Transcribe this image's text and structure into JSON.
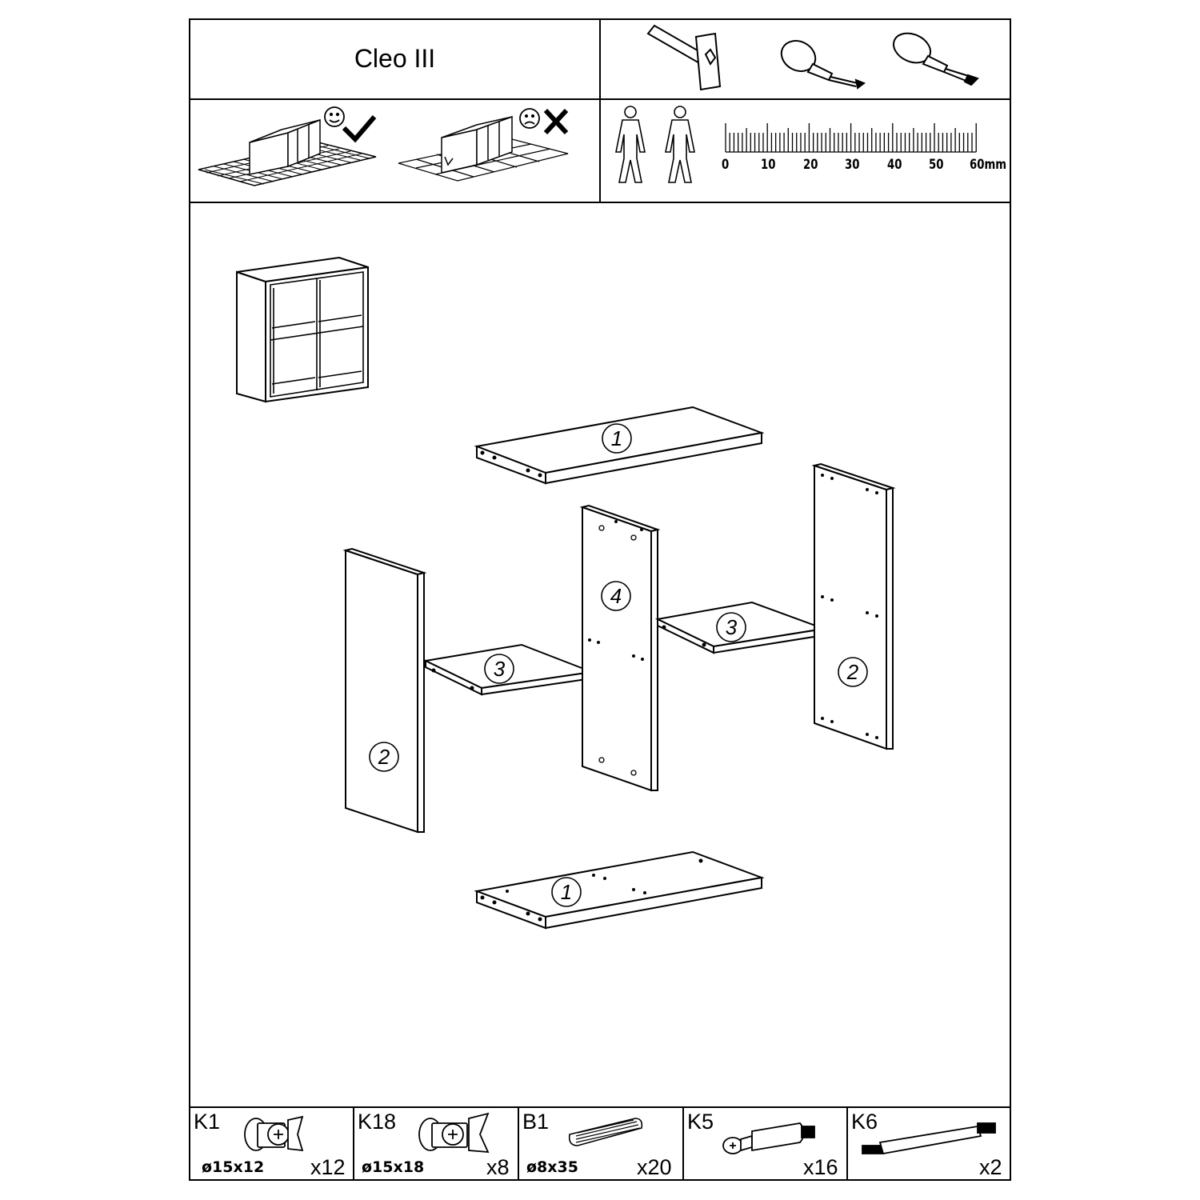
{
  "header": {
    "title": "Cleo III",
    "tool_icons": [
      "hammer-icon",
      "phillips-screwdriver-icon",
      "flat-screwdriver-icon"
    ]
  },
  "instructions": {
    "good_surface_icon": "smiley-icon",
    "bad_surface_icon": "frown-icon",
    "people_count_icons": [
      "person-icon",
      "person-icon"
    ],
    "ruler": {
      "labels": [
        "0",
        "10",
        "20",
        "30",
        "40",
        "50",
        "60mm"
      ]
    }
  },
  "parts": {
    "labels": [
      "1",
      "2",
      "3",
      "4"
    ]
  },
  "hardware": [
    {
      "code": "K1",
      "dim": "ø15x12",
      "qty": "x12",
      "icon": "cam-lock-icon"
    },
    {
      "code": "K18",
      "dim": "ø15x18",
      "qty": "x8",
      "icon": "cam-lock-icon"
    },
    {
      "code": "B1",
      "dim": "ø8x35",
      "qty": "x20",
      "icon": "wood-dowel-icon"
    },
    {
      "code": "K5",
      "dim": "",
      "qty": "x16",
      "icon": "cam-bolt-icon"
    },
    {
      "code": "K6",
      "dim": "",
      "qty": "x2",
      "icon": "double-cam-bolt-icon"
    }
  ]
}
